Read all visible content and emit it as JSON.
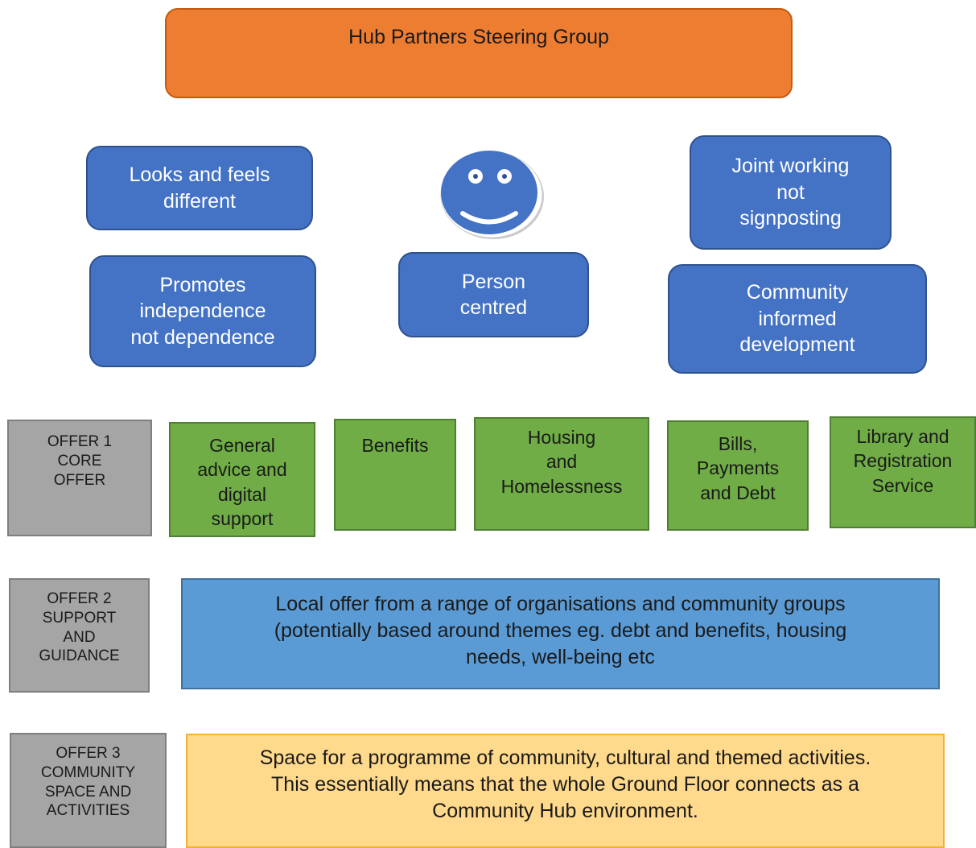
{
  "steering_group": {
    "title": "Hub Partners Steering Group"
  },
  "principles": {
    "looks_feels": [
      "Looks and feels",
      "different"
    ],
    "independence": [
      "Promotes",
      "independence",
      "not dependence"
    ],
    "person_centred": [
      "Person",
      "centred"
    ],
    "joint_working": [
      "Joint working",
      "not",
      "signposting"
    ],
    "community_informed": [
      "Community",
      "informed",
      "development"
    ]
  },
  "offer1": {
    "label": [
      "OFFER 1",
      "CORE",
      "OFFER"
    ],
    "services": [
      [
        "General",
        "advice and",
        "digital",
        "support"
      ],
      [
        "Benefits"
      ],
      [
        "Housing",
        "and",
        "Homelessness"
      ],
      [
        "Bills,",
        "Payments",
        "and Debt"
      ],
      [
        "Library and",
        "Registration",
        "Service"
      ]
    ]
  },
  "offer2": {
    "label": [
      "OFFER 2",
      "SUPPORT",
      "AND",
      "GUIDANCE"
    ],
    "text": [
      "Local offer from a range of organisations and community groups",
      "(potentially based around themes eg. debt and benefits, housing",
      "needs, well-being etc"
    ]
  },
  "offer3": {
    "label": [
      "OFFER 3",
      "COMMUNITY",
      "SPACE AND",
      "ACTIVITIES"
    ],
    "text": [
      "Space for a programme of community, cultural and themed activities.",
      "This essentially means that the whole Ground Floor connects as a",
      "Community Hub environment."
    ]
  },
  "icons": {
    "smiley": "smiley-face-icon"
  },
  "colors": {
    "steering": "#ED7D31",
    "principle": "#4472C4",
    "offer_label": "#A5A5A5",
    "service": "#70AD47",
    "offer2": "#5B9BD5",
    "offer3": "#FFD98C"
  }
}
